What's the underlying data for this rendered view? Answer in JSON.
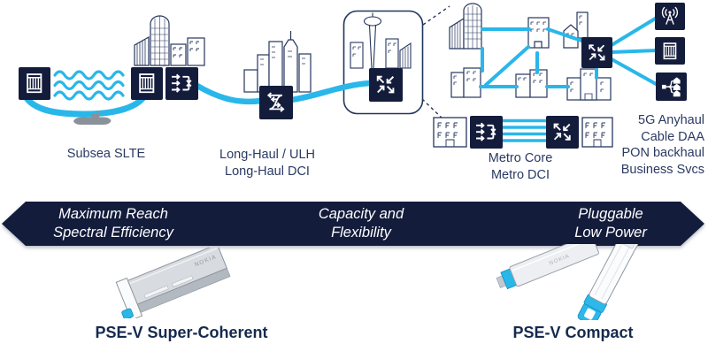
{
  "colors": {
    "navy": "#141c3c",
    "cyan": "#29b7ea",
    "outline_navy": "#26365f",
    "label_text": "#2a3a63",
    "product_label_text": "#152a4e"
  },
  "network": {
    "labels": {
      "subsea": "Subsea SLTE",
      "longhaul_line1": "Long-Haul / ULH",
      "longhaul_line2": "Long-Haul DCI",
      "metro_line1": "Metro Core",
      "metro_line2": "Metro DCI",
      "edge_line1": "5G Anyhaul",
      "edge_line2": "Cable DAA",
      "edge_line3": "PON backhaul",
      "edge_line4": "Business Svcs"
    },
    "node_icons": [
      "subsea-terminal-rack",
      "subsea-terminal-rack",
      "muxponder-arrows",
      "roadm-switch-arrows",
      "cross-connect-arrows",
      "cross-connect-arrows",
      "muxponder-arrows",
      "cross-connect-arrows",
      "radio-antenna",
      "street-cabinet-rack",
      "pon-split-to-homes"
    ]
  },
  "band": {
    "segments": [
      {
        "line1": "Maximum Reach",
        "line2": "Spectral Efficiency"
      },
      {
        "line1": "Capacity and",
        "line2": "Flexibility"
      },
      {
        "line1": "Pluggable",
        "line2": "Low Power"
      }
    ]
  },
  "products": {
    "left": {
      "name": "PSE-V Super-Coherent",
      "brand": "NOKIA"
    },
    "right": {
      "name": "PSE-V Compact",
      "brand": "NOKIA"
    }
  }
}
